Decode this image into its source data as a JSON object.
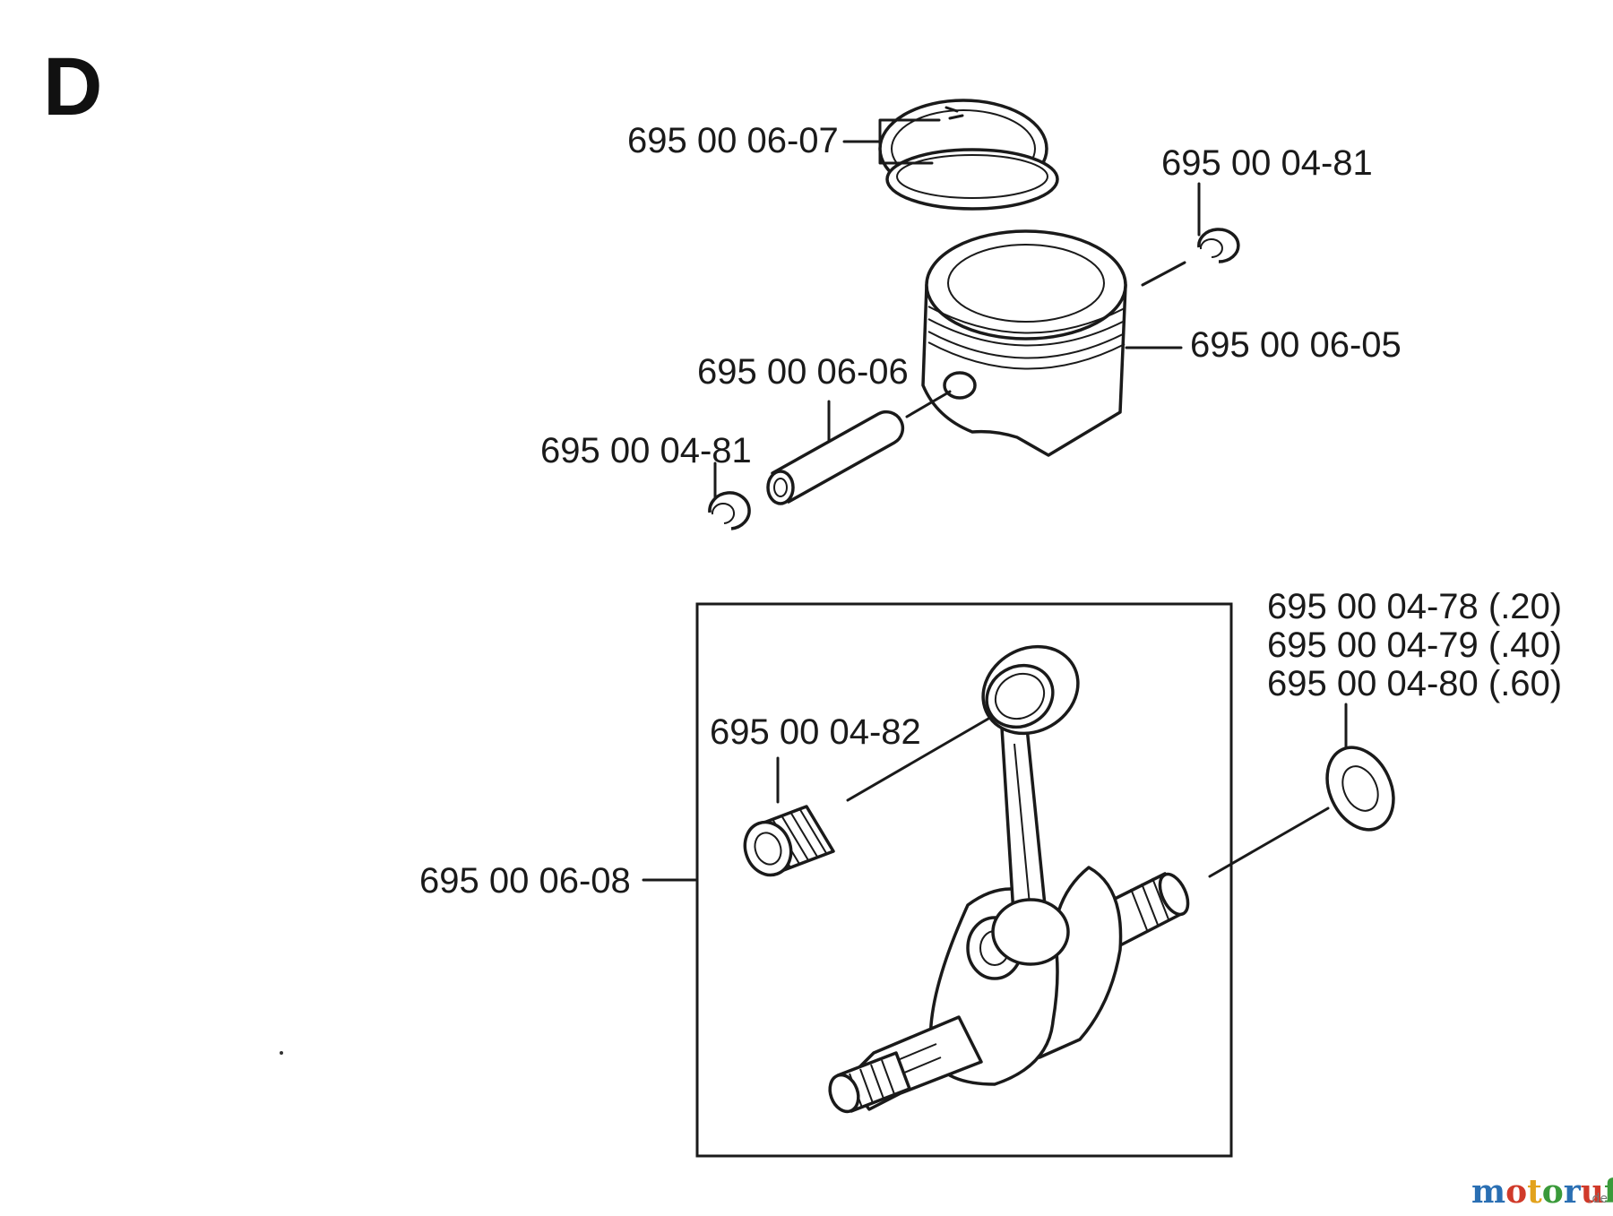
{
  "section_letter": "D",
  "parts": {
    "piston_rings": "695 00 06-07",
    "circlip_right": "695 00 04-81",
    "piston": "695 00 06-05",
    "piston_pin": "695 00 06-06",
    "circlip_left": "695 00 04-81",
    "needle_bearing": "695 00 04-82",
    "crankshaft_assembly": "695 00 06-08",
    "shim_020": "695 00 04-78 (.20)",
    "shim_040": "695 00 04-79 (.40)",
    "shim_060": "695 00 04-80 (.60)"
  },
  "watermark": {
    "brand_letters": [
      "m",
      "o",
      "t",
      "o",
      "r",
      "u",
      "f"
    ],
    "colors": [
      "#2a6fb3",
      "#d03a2a",
      "#e2a21c",
      "#3a9a3a",
      "#2a6fb3",
      "#d03a2a",
      "#3a9a3a"
    ],
    "suffix": ".de"
  }
}
